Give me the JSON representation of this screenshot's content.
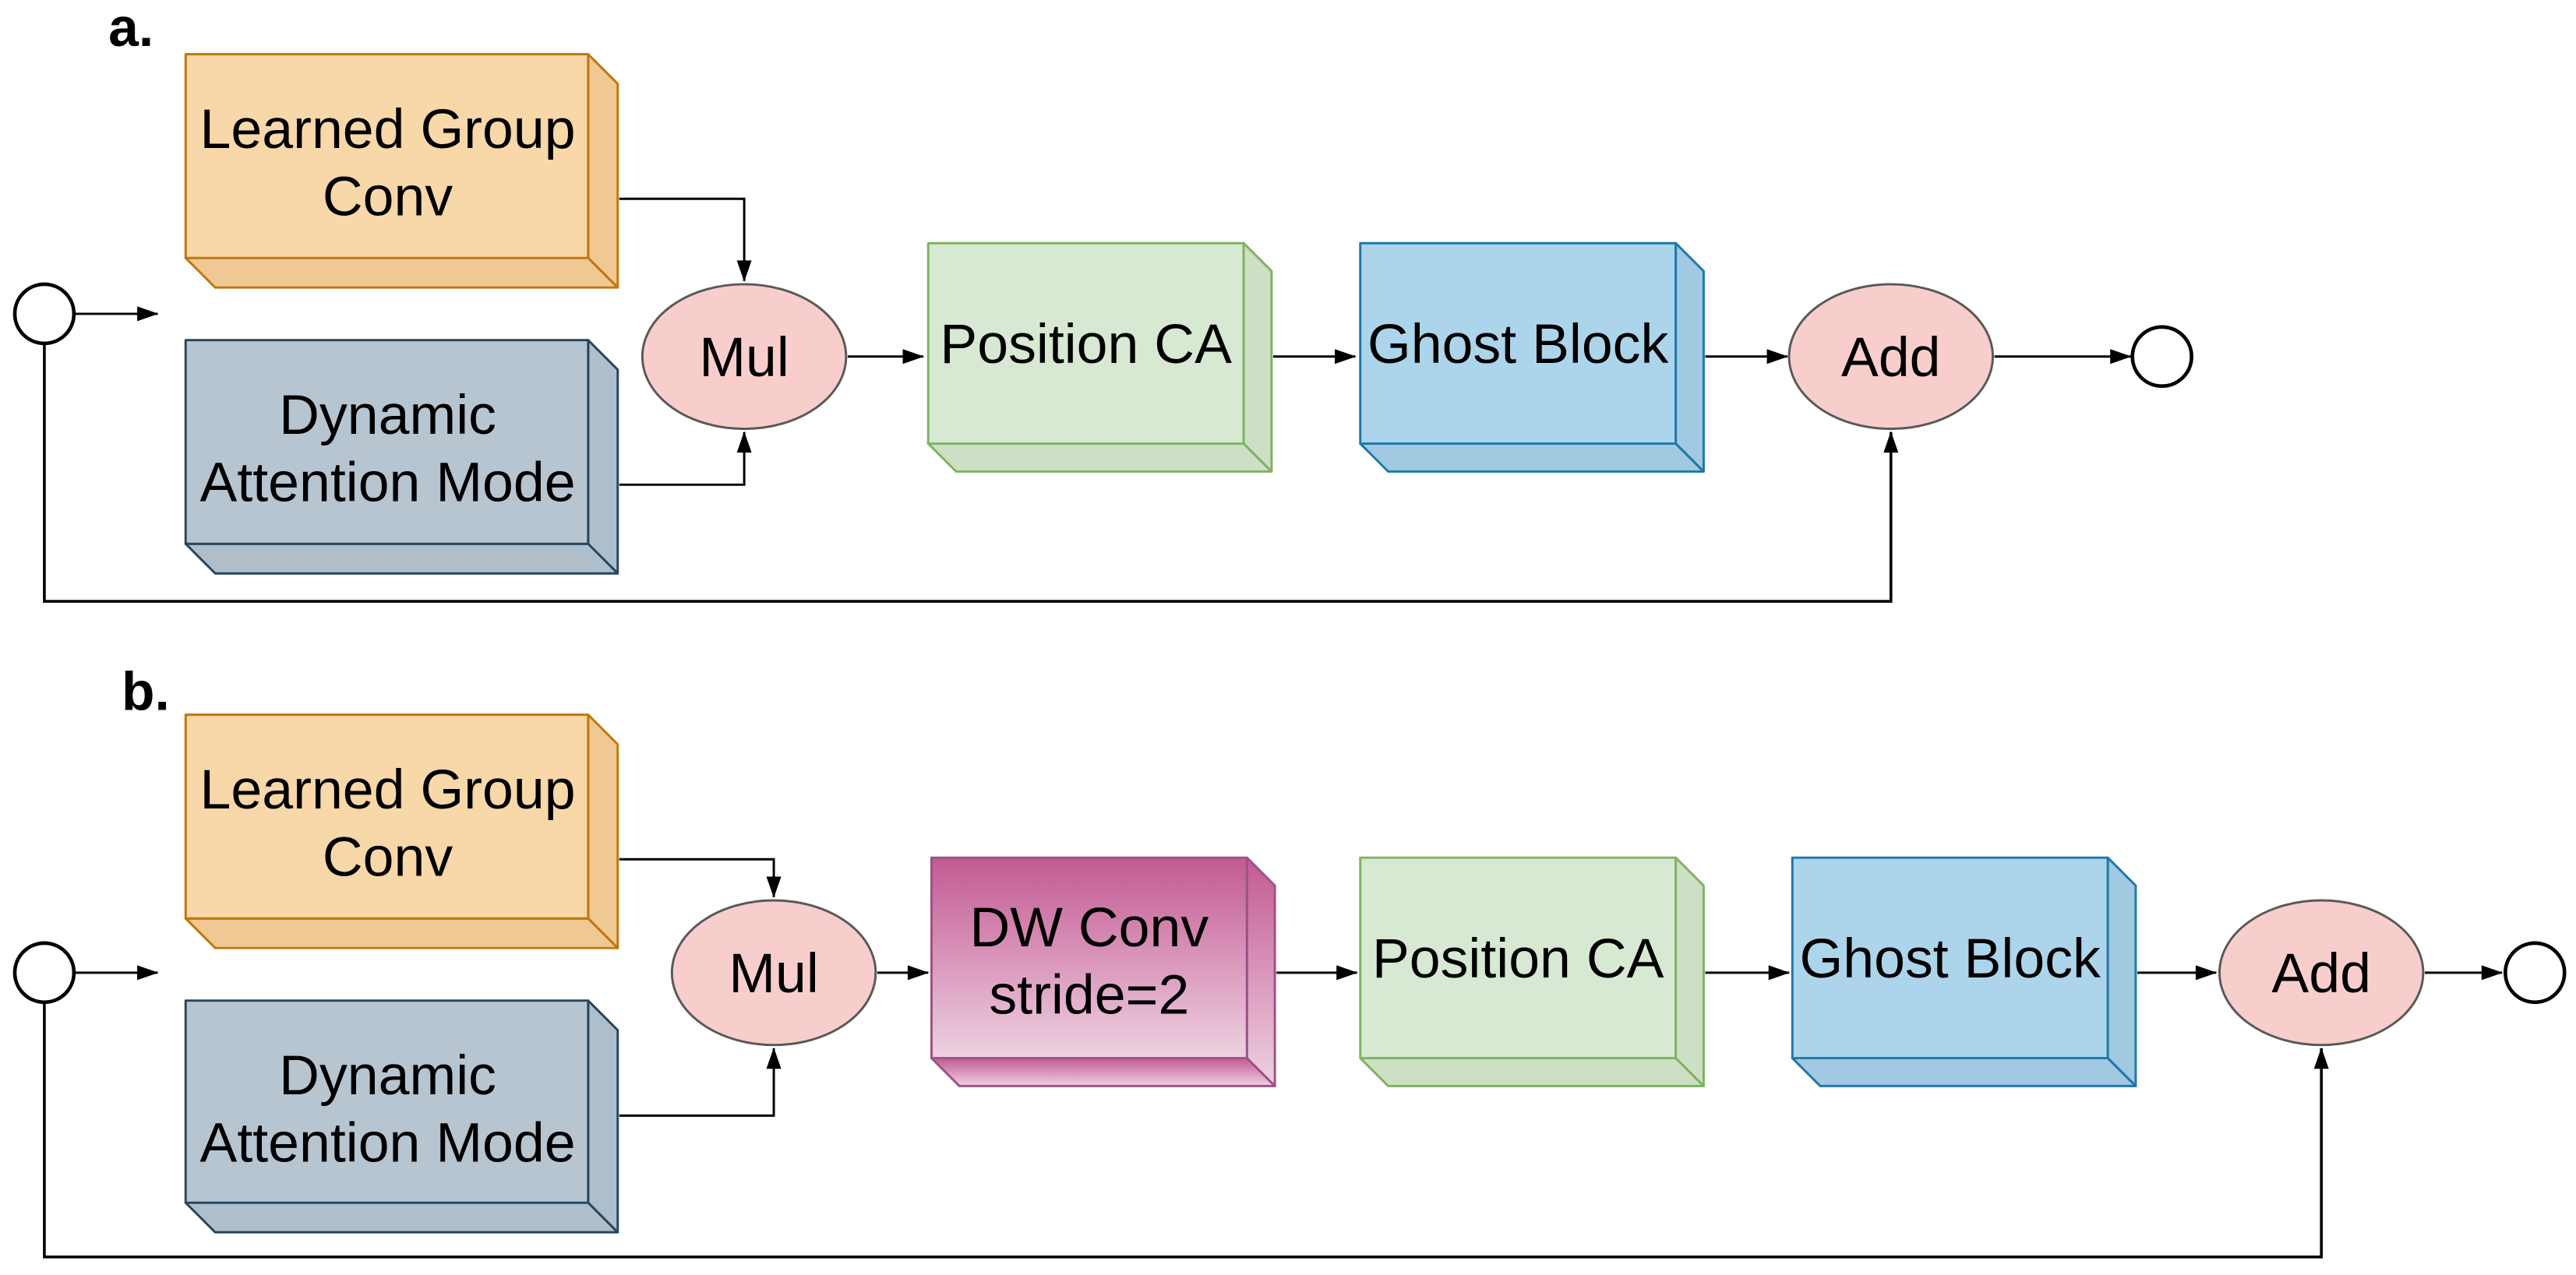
{
  "figure": {
    "type": "neural-network-block-diagram",
    "colors": {
      "canvas_bg": "#ffffff",
      "conv_fill": "#F8D7A8",
      "conv_side": "#EFC893",
      "conv_stroke": "#C0770E",
      "attention_fill": "#B7C5D1",
      "attention_side": "#AEBECB",
      "attention_stroke": "#27465F",
      "op_fill": "#F8CECC",
      "op_stroke": "#595959",
      "position_fill": "#D7E8D3",
      "position_side": "#CDE0C6",
      "position_stroke": "#7FB262",
      "ghost_fill": "#ACD5EC",
      "ghost_side": "#A1C9E1",
      "ghost_stroke": "#1E78A8",
      "dw_stroke": "#9B5387",
      "dw_gradient_top": "#C25A91",
      "dw_gradient_mid": "#D995BA",
      "dw_gradient_bottom": "#EDD2E0",
      "line_color": "#000000",
      "text_color": "#000000"
    },
    "diagram_a": {
      "label": "a.",
      "nodes": {
        "learned_group_conv": {
          "line1": "Learned Group",
          "line2": "Conv"
        },
        "dynamic_attention_mode": {
          "line1": "Dynamic",
          "line2": "Attention Mode"
        },
        "mul": {
          "label": "Mul"
        },
        "position_ca": {
          "label": "Position CA"
        },
        "ghost_block": {
          "label": "Ghost Block"
        },
        "add": {
          "label": "Add"
        }
      }
    },
    "diagram_b": {
      "label": "b.",
      "nodes": {
        "learned_group_conv": {
          "line1": "Learned Group",
          "line2": "Conv"
        },
        "dynamic_attention_mode": {
          "line1": "Dynamic",
          "line2": "Attention Mode"
        },
        "mul": {
          "label": "Mul"
        },
        "dw_conv": {
          "line1": "DW Conv",
          "line2": "stride=2"
        },
        "position_ca": {
          "label": "Position CA"
        },
        "ghost_block": {
          "label": "Ghost Block"
        },
        "add": {
          "label": "Add"
        }
      }
    }
  }
}
